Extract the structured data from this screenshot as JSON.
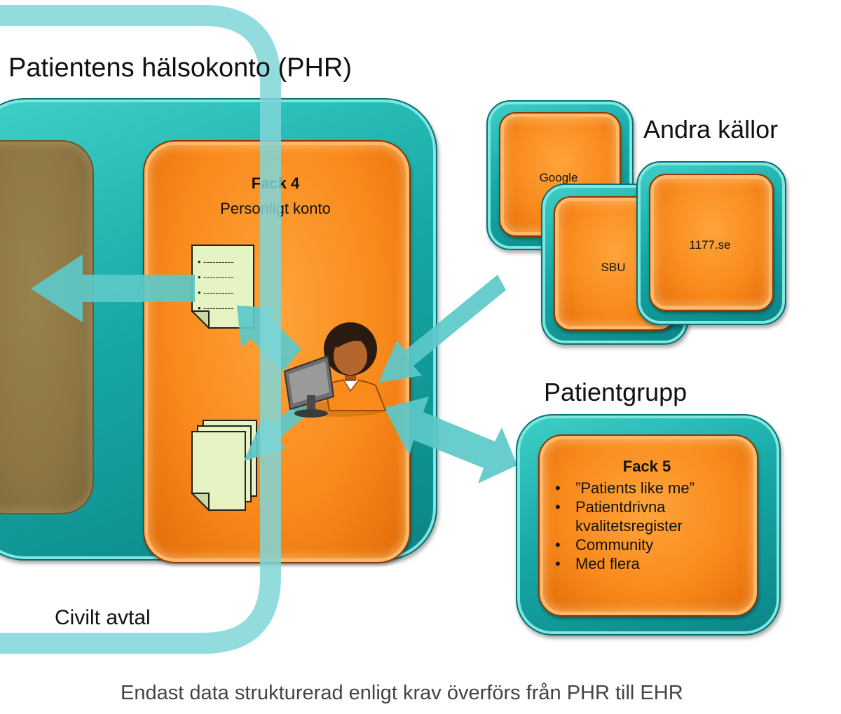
{
  "title": "Patientens hälsokonto (PHR)",
  "fack4": {
    "title": "Fack 4",
    "subtitle": "Personligt konto"
  },
  "andra_kallor": {
    "heading": "Andra källor",
    "sources": [
      "Google",
      "SBU",
      "1177.se"
    ]
  },
  "patientgrupp": {
    "heading": "Patientgrupp",
    "fack5_title": "Fack 5",
    "items": [
      "”Patients like me”",
      "Patientdrivna kvalitetsregister",
      "Community",
      "Med flera"
    ]
  },
  "civilt_avtal": "Civilt avtal",
  "footer": "Endast data strukturerad enligt krav överförs från PHR till EHR",
  "colors": {
    "teal": "#16a9a6",
    "orange": "#f98a1c",
    "olive": "#8d7644",
    "arrow": "#5cc9c9",
    "note": "#e6f3c2"
  }
}
